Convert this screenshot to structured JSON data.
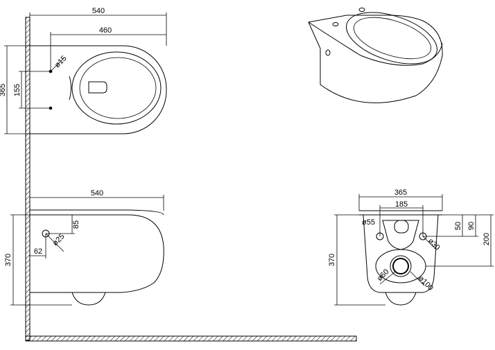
{
  "drawing": {
    "top_view": {
      "overall_width": "540",
      "hole_distance": "460",
      "hole_diameter": "ø15",
      "overall_depth": "365",
      "hole_spacing": "155"
    },
    "side_view": {
      "overall_width": "540",
      "height_above_inlet": "85",
      "inlet_offset": "62",
      "inlet_diameter": "ø25",
      "overall_height": "370"
    },
    "back_view": {
      "overall_width": "365",
      "bolt_spacing": "185",
      "inlet_diameter": "ø55",
      "bolt_diameter": "ø30",
      "dim_50": "50",
      "dim_90": "90",
      "dim_200": "200",
      "overall_height": "370",
      "outlet_inner_diameter": "ø60",
      "outlet_outer_diameter": "ø100"
    }
  }
}
